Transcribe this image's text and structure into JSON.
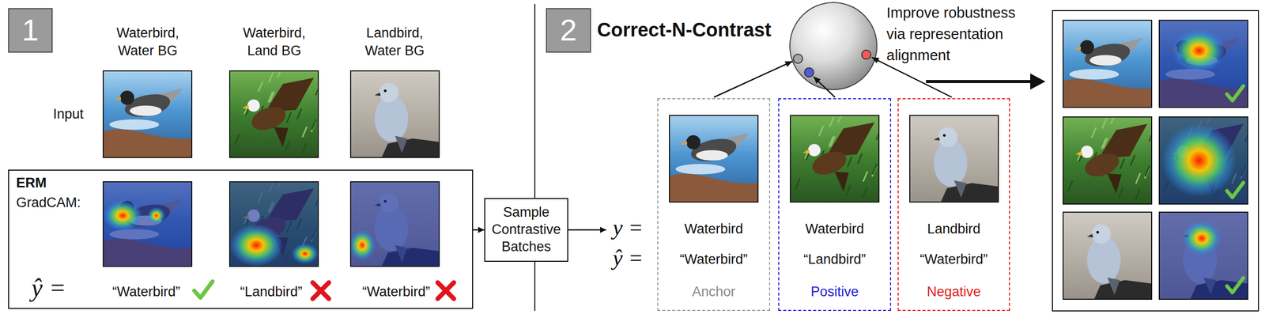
{
  "diagram": {
    "nodes": [
      {
        "text": [
          "1"
        ]
      },
      {
        "text": [
          "ERM",
          "GradCAM:",
          "ŷ =",
          "“Waterbird”",
          "“Landbird”",
          "“Waterbird”"
        ]
      },
      {
        "text": [
          "Sample Contrastive Batches"
        ]
      },
      {
        "text": [
          "2"
        ]
      },
      {
        "text": [
          "Waterbird",
          "“Waterbird”",
          "Anchor"
        ]
      },
      {
        "text": [
          "Waterbird",
          "“Landbird”",
          "Positive"
        ]
      },
      {
        "text": [
          "Landbird",
          "“Waterbird”",
          "Negative"
        ]
      }
    ],
    "edges": [
      {
        "from": 1,
        "to": 2,
        "arrow": "to"
      }
    ],
    "labels": [
      "Waterbird, Water BG",
      "Waterbird, Land BG",
      "Landbird, Water BG",
      "Input",
      "Correct-N-Contrast",
      "Improve robustness via representation alignment",
      "y =",
      "ŷ ="
    ]
  }
}
